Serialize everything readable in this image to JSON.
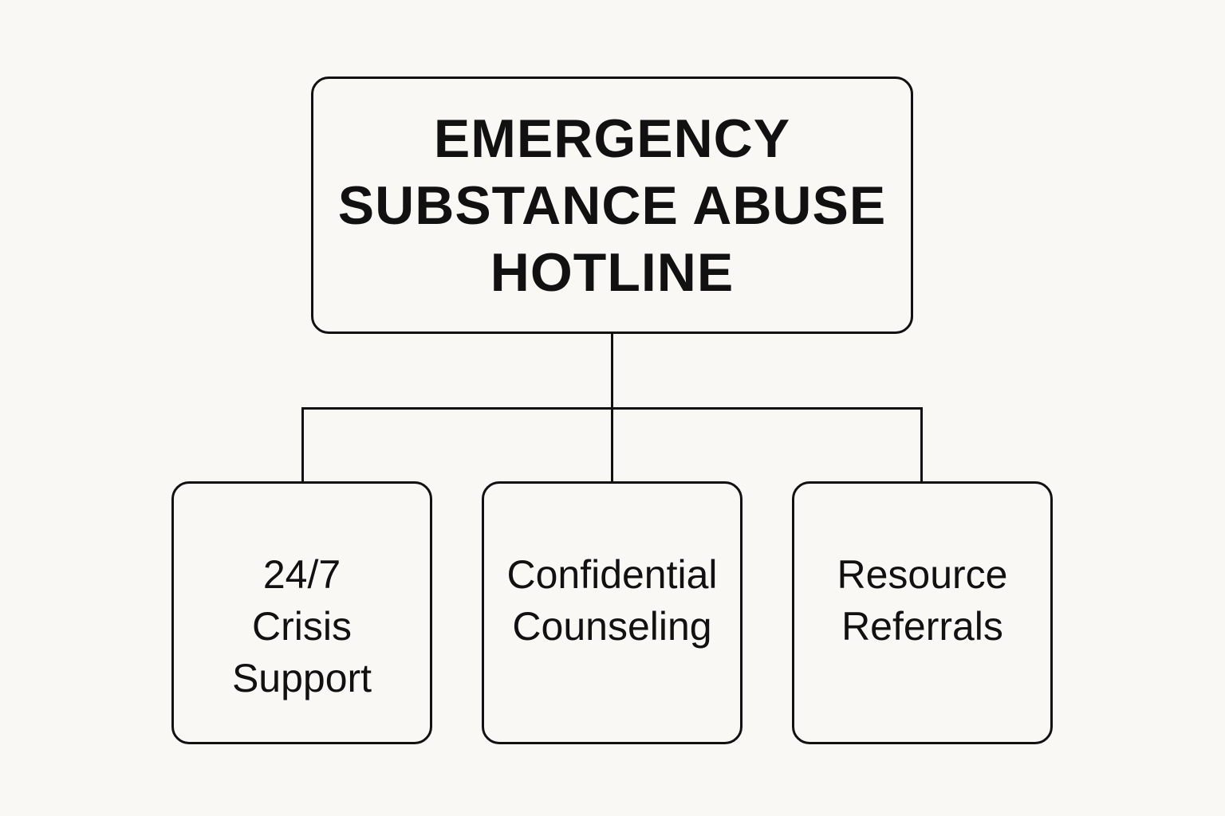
{
  "colors": {
    "background": "#faf8f4",
    "stroke": "#111111",
    "text": "#111111"
  },
  "root": {
    "lines": [
      "EMERGENCY",
      "SUBSTANCE ABUSE",
      "HOTLINE"
    ]
  },
  "children": [
    {
      "lines": [
        "24/7",
        "Crisis",
        "Support"
      ]
    },
    {
      "lines": [
        "Confidential",
        "Counseling"
      ]
    },
    {
      "lines": [
        "Resource",
        "Referrals"
      ]
    }
  ]
}
